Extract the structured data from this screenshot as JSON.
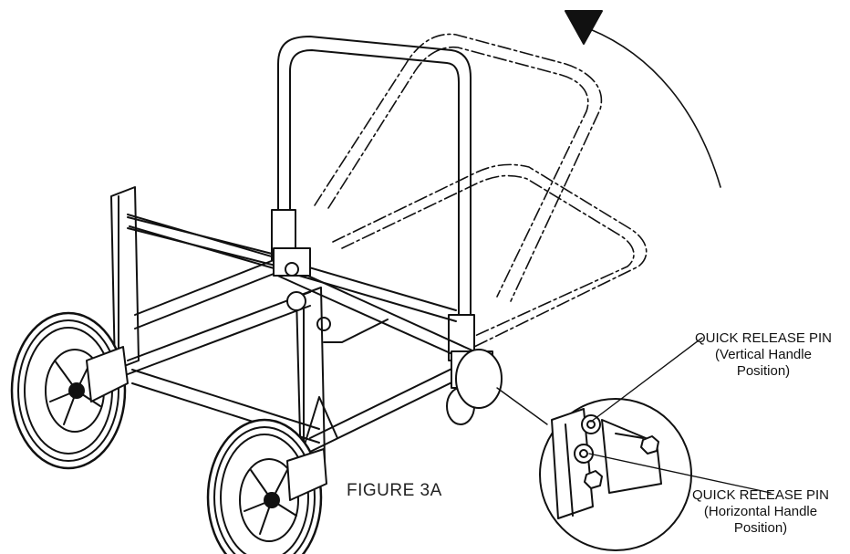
{
  "figure_label": "FIGURE 3A",
  "callouts": {
    "vertical": {
      "line1": "QUICK RELEASE PIN",
      "line2": "(Vertical Handle",
      "line3": "Position)"
    },
    "horizontal": {
      "line1": "QUICK RELEASE PIN",
      "line2": "(Horizontal Handle",
      "line3": "Position)"
    }
  },
  "colors": {
    "ink": "#111111",
    "paper": "#ffffff"
  }
}
